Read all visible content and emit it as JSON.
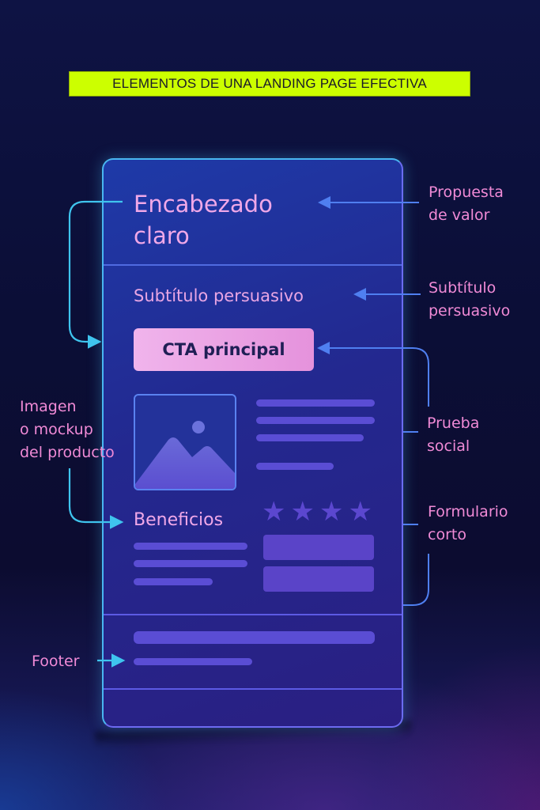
{
  "title": "ELEMENTOS DE UNA LANDING PAGE EFECTIVA",
  "colors": {
    "banner": "#ccff00",
    "card_border": "#49b6f0",
    "heading_text": "#f0a8e8",
    "annotation_text": "#f08ad6",
    "cta_fill": "#e592dc",
    "connector_cyan": "#3fc4ee",
    "connector_blue": "#4f7ff0"
  },
  "mockup": {
    "heading_line1": "Encabezado",
    "heading_line2": "claro",
    "subtitle": "Subtítulo persuasivo",
    "cta_label": "CTA principal",
    "benefits_label": "Beneficios",
    "stars": [
      "★",
      "★",
      "★",
      "★"
    ],
    "image_icon": "image-placeholder-icon"
  },
  "annotations": {
    "value_prop": [
      "Propuesta",
      "de valor"
    ],
    "subtitle": [
      "Subtítulo",
      "persuasivo"
    ],
    "image": [
      "Imagen",
      "o mockup",
      "del producto"
    ],
    "social_proof": [
      "Prueba",
      "social"
    ],
    "short_form": [
      "Formulario",
      "corto"
    ],
    "footer": [
      "Footer"
    ]
  }
}
